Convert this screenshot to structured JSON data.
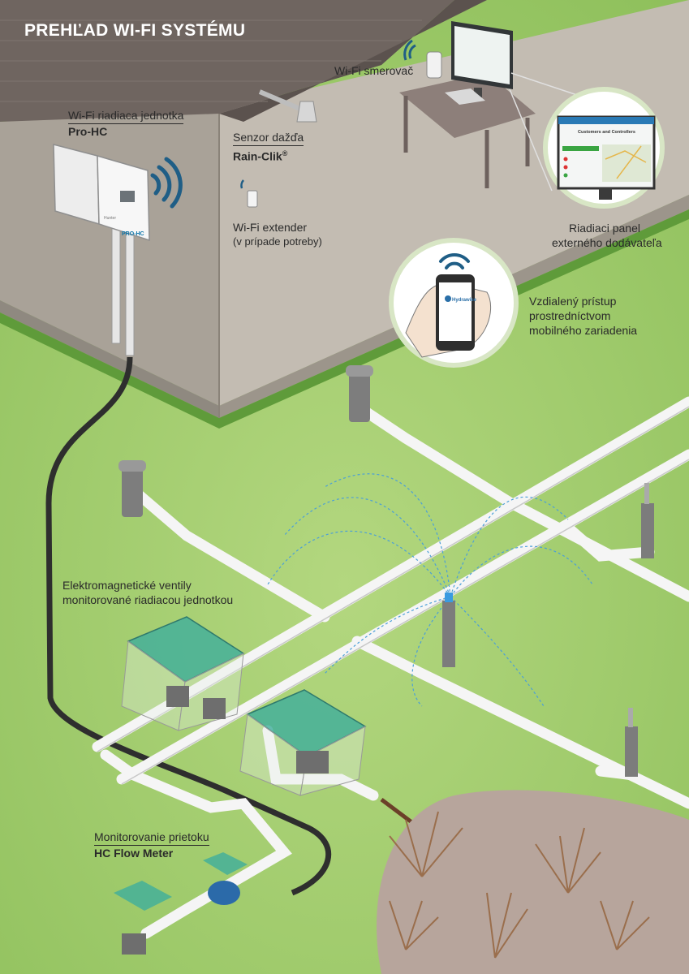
{
  "title": "PREHĽAD WI-FI SYSTÉMU",
  "labels": {
    "controller_line1": "Wi-Fi riadiaca jednotka",
    "controller_line2": "Pro-HC",
    "rain_sensor_line1": "Senzor dažďa",
    "rain_sensor_line2": "Rain-Clik",
    "rain_sensor_mark": "®",
    "router": "Wi-Fi smerovač",
    "extender_line1": "Wi-Fi extender",
    "extender_line2": "(v prípade potreby)",
    "panel_line1": "Riadiaci panel",
    "panel_line2": "externého dodávateľa",
    "mobile_line1": "Vzdialený prístup",
    "mobile_line2": "prostredníctvom",
    "mobile_line3": "mobilného zariadenia",
    "valves_line1": "Elektromagnetické ventily",
    "valves_line2": "monitorované riadiacou jednotkou",
    "flow_line1": "Monitorovanie prietoku",
    "flow_line2": "HC Flow Meter"
  },
  "device_text": {
    "controller_brand": "PRO-HC",
    "controller_maker": "Hunter",
    "phone_app": "Hydrawise",
    "screen_header": "Customers and Controllers"
  },
  "colors": {
    "wall": "#b8b1a7",
    "roof": "#7a6f6a",
    "lawn": "#9dc86a",
    "pipe": "#f4f4f4",
    "valve_box": "#3fae9c",
    "wifi": "#1f5e86"
  }
}
